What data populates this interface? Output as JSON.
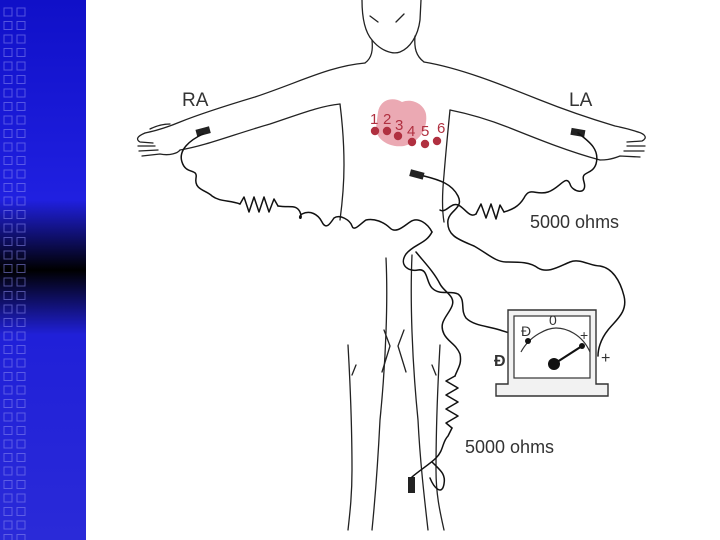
{
  "colors": {
    "sidebar_top": "#1010c8",
    "sidebar_dark": "#000000",
    "sidebar_bottom": "#2a2ad8",
    "heart": "#e89aa6",
    "electrode": "#b03040",
    "meter_fill": "#f2f2f2"
  },
  "labels": {
    "right_arm": "RA",
    "left_arm": "LA",
    "resistor_upper": "5000 ohms",
    "resistor_lower": "5000 ohms"
  },
  "electrodes": [
    "1",
    "2",
    "3",
    "4",
    "5",
    "6"
  ],
  "meter": {
    "minus_outer": "Ð",
    "plus_outer": "+",
    "minus_inner": "Ð",
    "zero": "0",
    "plus_inner": "+"
  }
}
